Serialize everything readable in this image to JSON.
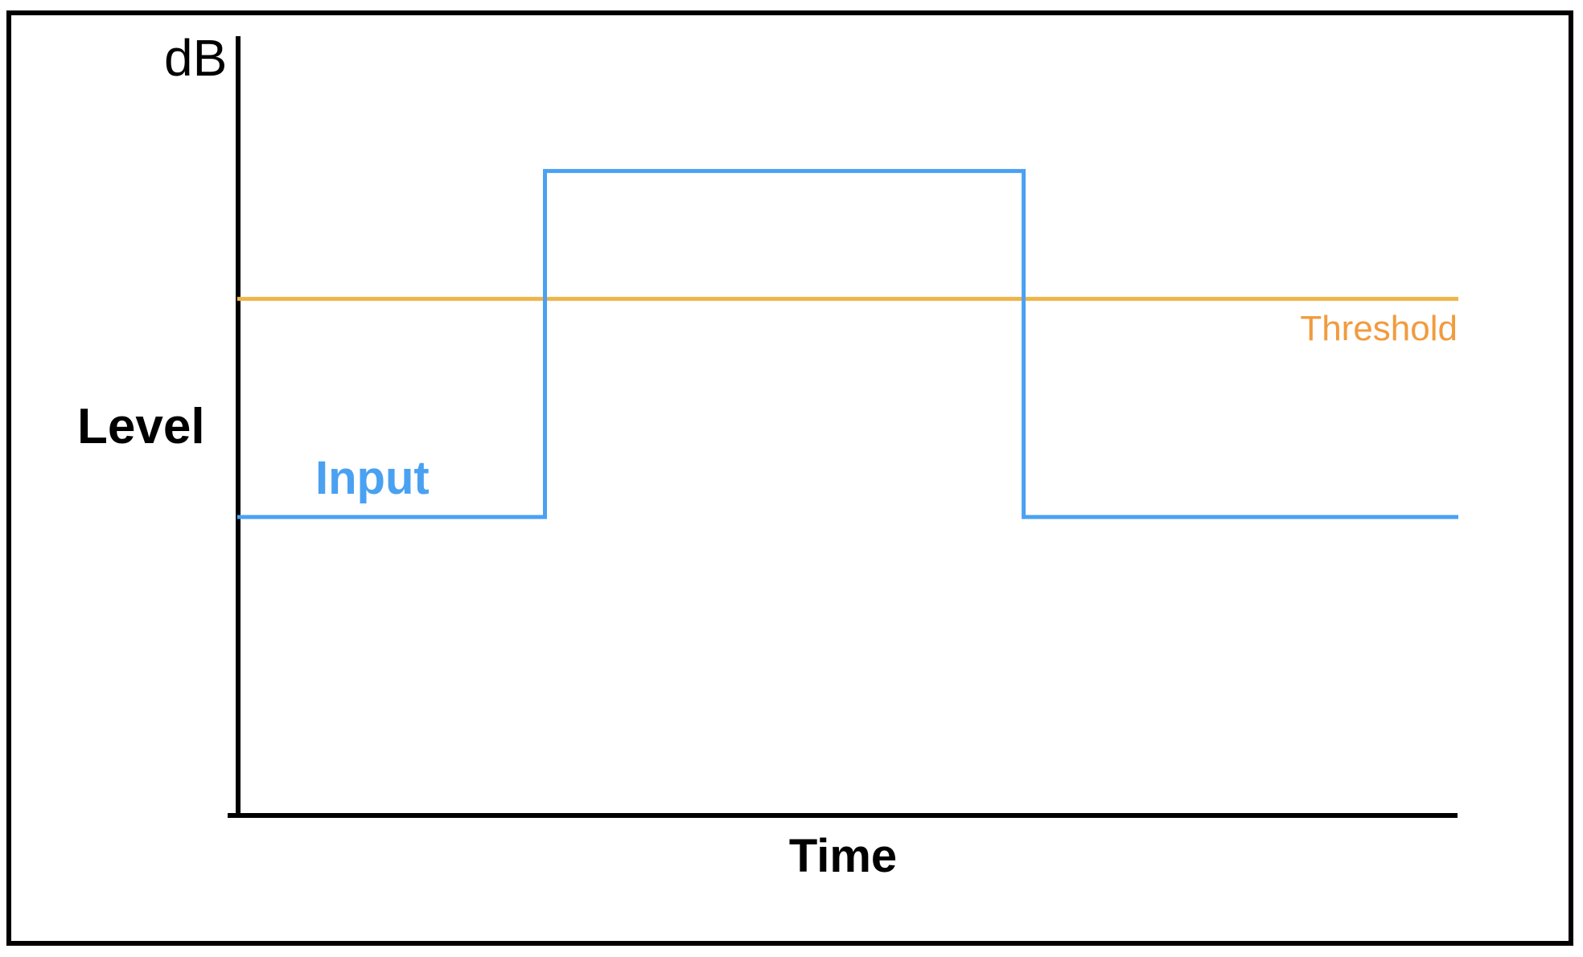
{
  "figure": {
    "background": "#FFFFFF",
    "border_color": "#000000"
  },
  "labels": {
    "y_unit": "dB",
    "y_axis_title": "Level",
    "x_axis_title": "Time",
    "input_series": "Input",
    "threshold_series": "Threshold"
  },
  "colors": {
    "input_line": "#4AA1F2",
    "input_label": "#4AA1F2",
    "threshold_line": "#EEB54A",
    "threshold_label": "#F19B3E",
    "axis": "#000000"
  },
  "chart_data": {
    "type": "line",
    "title": "",
    "xlabel": "Time",
    "ylabel": "Level",
    "y_unit_label": "dB",
    "x_range": [
      0,
      1
    ],
    "y_range": [
      0,
      1
    ],
    "grid": false,
    "legend": "inline-annotations",
    "series": [
      {
        "name": "Input",
        "color": "#4AA1F2",
        "shape": "square-pulse",
        "points": [
          [
            0,
            0.383
          ],
          [
            0.252,
            0.383
          ],
          [
            0.252,
            0.827
          ],
          [
            0.644,
            0.827
          ],
          [
            0.644,
            0.383
          ],
          [
            1,
            0.383
          ]
        ],
        "description": "Input level starts below the threshold, steps above it for the middle portion of the time span, then returns below it"
      },
      {
        "name": "Threshold",
        "color": "#EEB54A",
        "shape": "horizontal-line",
        "points": [
          [
            0,
            0.663
          ],
          [
            1,
            0.663
          ]
        ]
      }
    ],
    "annotations": [
      {
        "text": "Input",
        "attached_to": "Input",
        "color": "#4AA1F2"
      },
      {
        "text": "Threshold",
        "attached_to": "Threshold",
        "color": "#F19B3E"
      }
    ]
  }
}
